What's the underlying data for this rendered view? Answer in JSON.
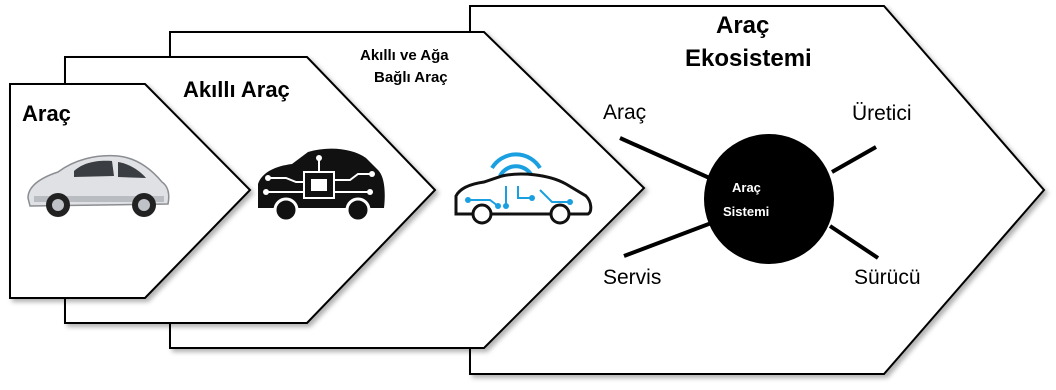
{
  "stages": [
    {
      "title": "Araç",
      "icon": "car-photo"
    },
    {
      "title": "Akıllı Araç",
      "icon": "circuit-car-icon"
    },
    {
      "title_lines": [
        "Akıllı ve Ağa",
        "Bağlı Araç"
      ],
      "icon": "connected-car-icon"
    },
    {
      "title_lines": [
        "Araç",
        "Ekosistemi"
      ]
    }
  ],
  "hub": {
    "label_lines": [
      "Araç",
      "Sistemi"
    ]
  },
  "nodes": {
    "top_left": "Araç",
    "top_right": "Üretici",
    "bottom_left": "Servis",
    "bottom_right": "Sürücü"
  },
  "colors": {
    "outline": "#000000",
    "fill": "#ffffff",
    "hub": "#000000",
    "accent_blue": "#1a9fe0"
  }
}
